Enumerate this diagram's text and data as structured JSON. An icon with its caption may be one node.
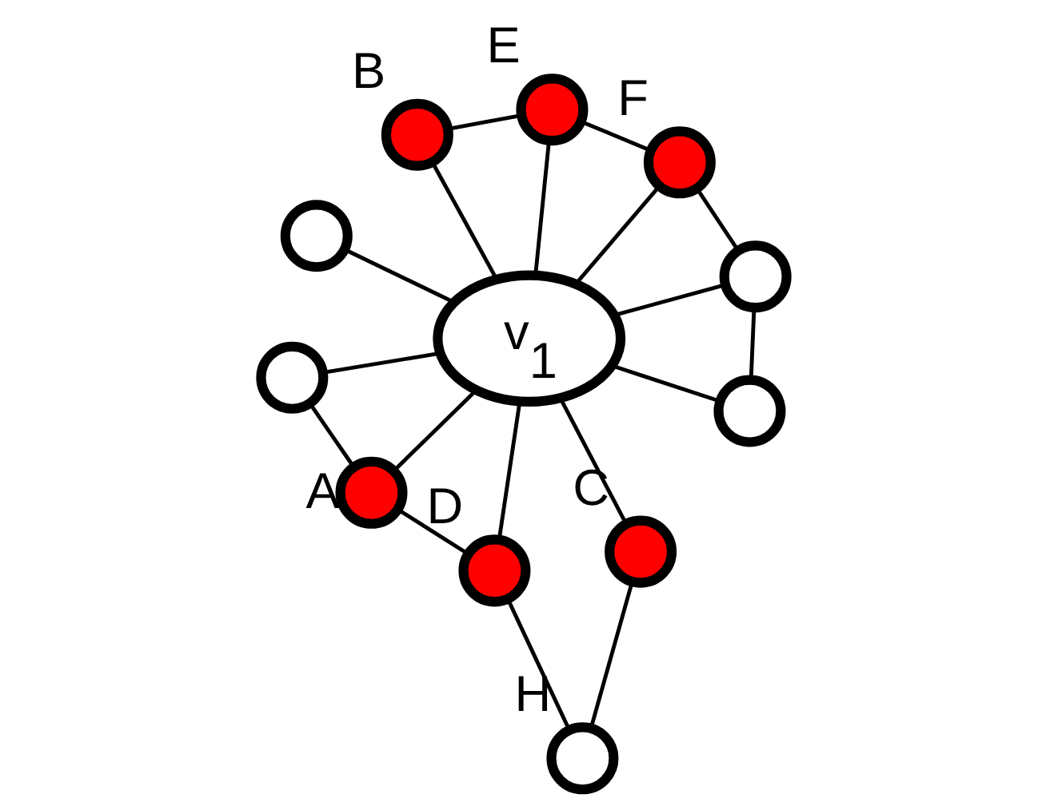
{
  "diagram": {
    "nodes": [
      {
        "text": [],
        "shape": "circle"
      },
      {
        "text": [],
        "shape": "circle"
      },
      {
        "text": [],
        "shape": "circle"
      },
      {
        "text": [],
        "shape": "circle",
        "beside": [
          "E"
        ]
      },
      {
        "text": [],
        "shape": "circle",
        "beside": [
          "D"
        ]
      },
      {
        "text": [],
        "shape": "circle",
        "beside": [
          "F"
        ]
      },
      {
        "text": [],
        "shape": "circle",
        "beside": [
          "H"
        ]
      },
      {
        "text": [
          "v$_{1}$"
        ]
      },
      {
        "text": [],
        "shape": "circle",
        "beside": [
          "B"
        ]
      },
      {
        "text": [],
        "shape": "circle",
        "beside": [
          "C"
        ]
      },
      {
        "text": [],
        "shape": "circle"
      },
      {
        "text": [],
        "shape": "circle",
        "beside": [
          "A"
        ]
      }
    ],
    "edges": [
      {
        "from": 7,
        "to": 0,
        "arrow": "none"
      },
      {
        "from": 7,
        "to": 1,
        "arrow": "none"
      },
      {
        "from": 7,
        "to": 2,
        "arrow": "none"
      },
      {
        "from": 1,
        "to": 2,
        "arrow": "none"
      },
      {
        "from": 1,
        "to": 5,
        "arrow": "none"
      },
      {
        "from": 3,
        "to": 5,
        "arrow": "none"
      },
      {
        "from": 3,
        "to": 8,
        "arrow": "none"
      },
      {
        "from": 3,
        "to": 7,
        "arrow": "none"
      },
      {
        "from": 7,
        "to": 5,
        "arrow": "none"
      },
      {
        "from": 7,
        "to": 8,
        "arrow": "none"
      },
      {
        "from": 7,
        "to": 11,
        "arrow": "none"
      },
      {
        "from": 7,
        "to": 10,
        "arrow": "none"
      },
      {
        "from": 10,
        "to": 11,
        "arrow": "none"
      },
      {
        "from": 4,
        "to": 11,
        "arrow": "none"
      },
      {
        "from": 4,
        "to": 7,
        "arrow": "none"
      },
      {
        "from": 4,
        "to": 6,
        "arrow": "none"
      },
      {
        "from": 6,
        "to": 9,
        "arrow": "none"
      },
      {
        "from": 9,
        "to": 7,
        "arrow": "none"
      }
    ]
  }
}
